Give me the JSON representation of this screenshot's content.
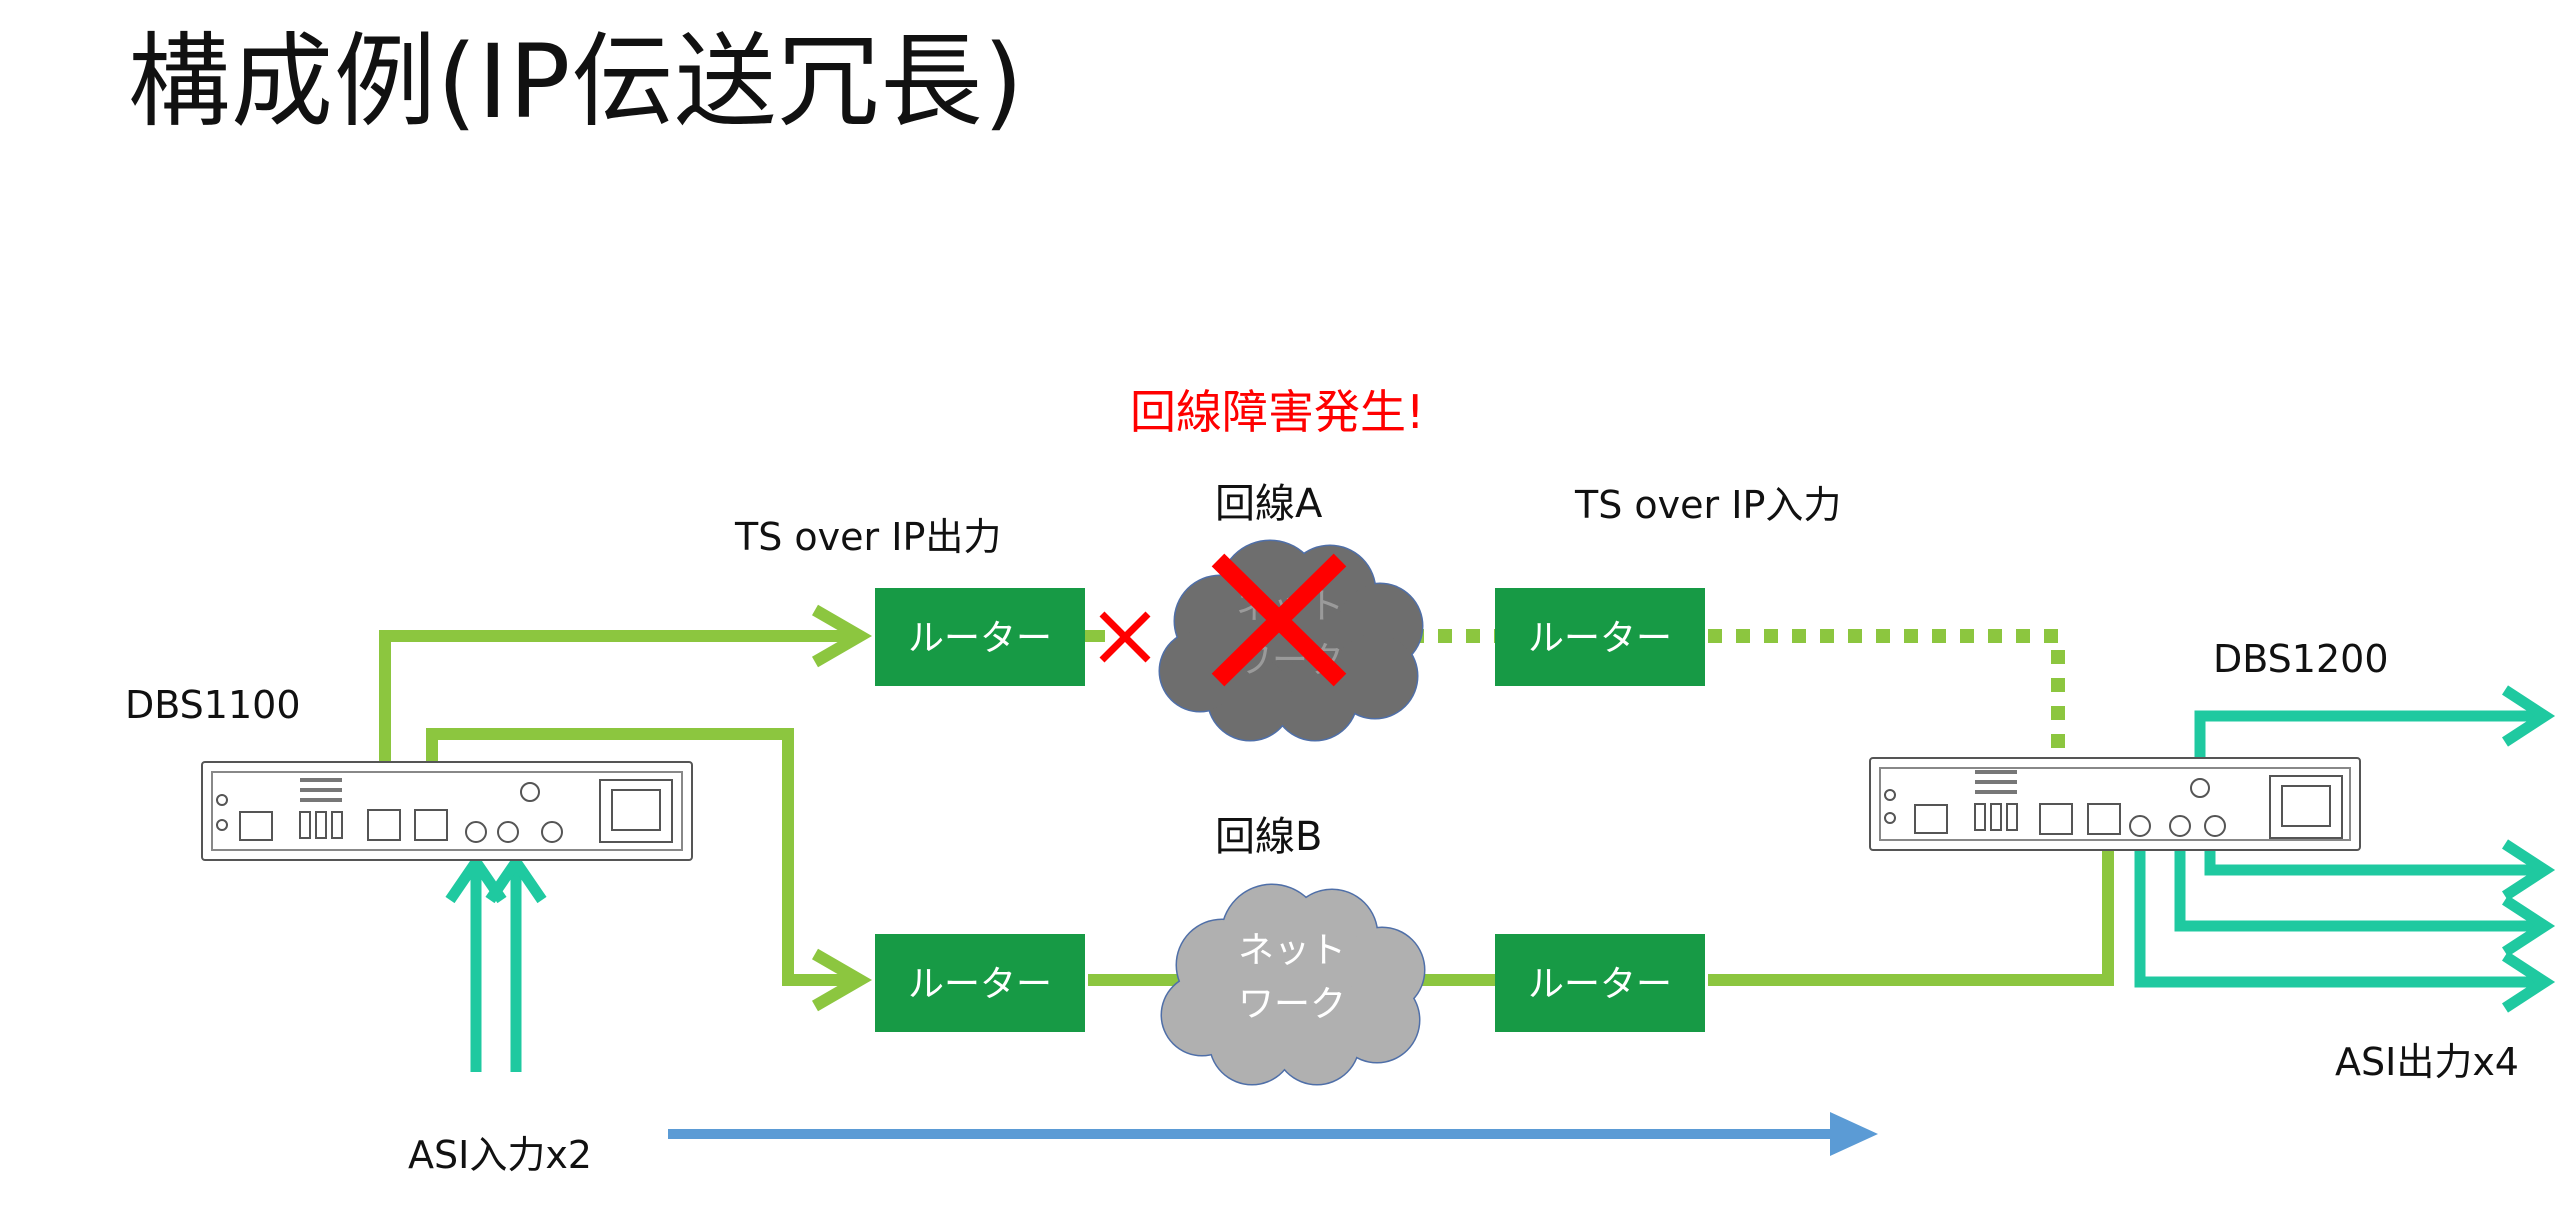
{
  "title": "構成例(IP伝送冗長)",
  "labels": {
    "failure_notice": "回線障害発生!",
    "line_a": "回線A",
    "line_b": "回線B",
    "ts_over_ip_output": "TS over IP出力",
    "ts_over_ip_input": "TS over IP入力",
    "sender_device": "DBS1100",
    "receiver_device": "DBS1200",
    "asi_input": "ASI入力x2",
    "asi_output": "ASI出力x4",
    "router": "ルーター",
    "network_line1": "ネット",
    "network_line2": "ワーク"
  },
  "colors": {
    "ip_line": "#8cc63f",
    "router_fill": "#179a45",
    "asi_line": "#1fc9a0",
    "failure": "#ff0000",
    "cloud_a": "#6e6e6e",
    "cloud_b": "#b0b0b0",
    "flow_arrow": "#5b9bd5"
  },
  "icons": [
    "failure-x-icon",
    "break-x-icon",
    "arrow-right-icon"
  ]
}
